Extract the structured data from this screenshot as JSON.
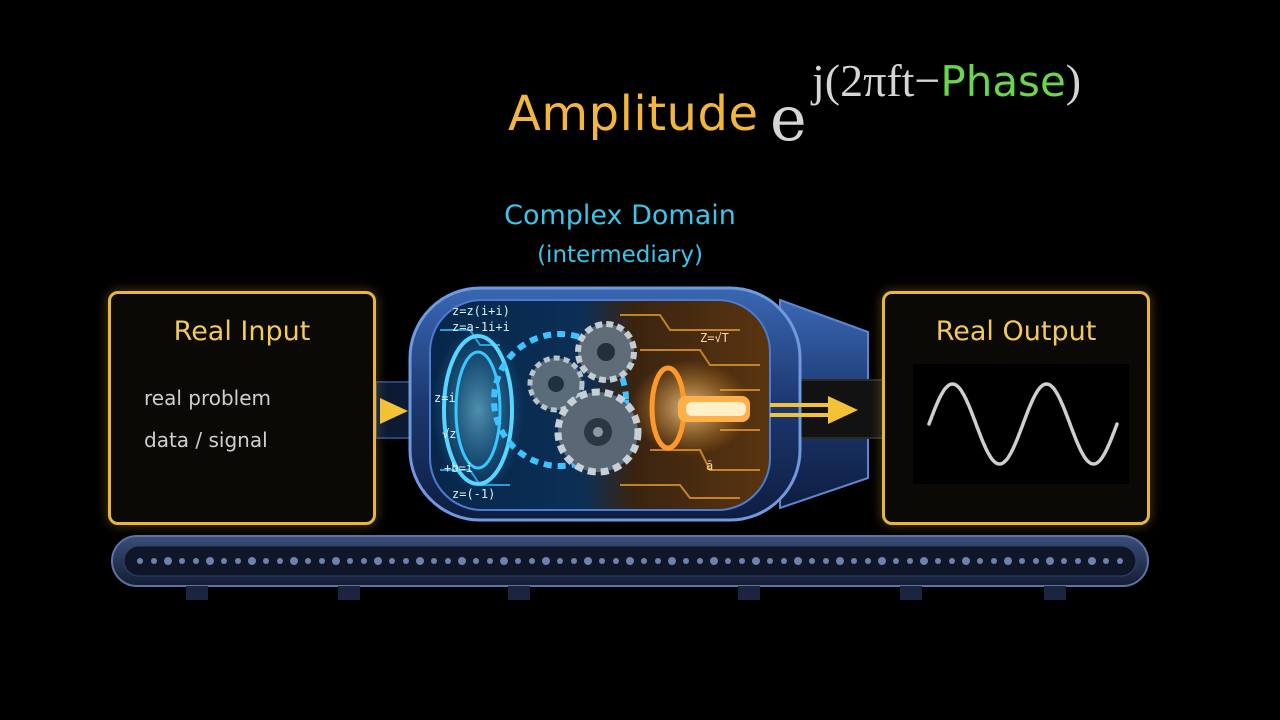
{
  "formula": {
    "amplitude": "Amplitude",
    "base": "e",
    "exponent_prefix": "j(2πft−",
    "phase": "Phase",
    "exponent_suffix": ")"
  },
  "stage": {
    "title": "Complex Domain",
    "subtitle": "(intermediary)",
    "equations": [
      "z=z(i+i)",
      "z=a-1i+i",
      "z=i",
      "√z",
      "+b=i",
      "z=(-1)",
      "Z=√T",
      "ā"
    ]
  },
  "input_box": {
    "title": "Real Input",
    "line1": "real problem",
    "line2": "data / signal"
  },
  "output_box": {
    "title": "Real Output",
    "waveform_cycles": 2
  },
  "arrows": {
    "input_arrow": "=▸",
    "output_arrow": "==▸"
  },
  "colors": {
    "amplitude": "#f2b63c",
    "phase": "#6bd64d",
    "complex_label": "#3fc3e8",
    "box_border": "#e9b53a",
    "machine_body": "#1f3f7a",
    "glow_blue": "#37c8ff",
    "glow_orange": "#ff9a2a"
  },
  "icons": {
    "gears": "gears-icon",
    "conveyor": "conveyor-belt-icon",
    "sine": "sine-wave-icon"
  }
}
